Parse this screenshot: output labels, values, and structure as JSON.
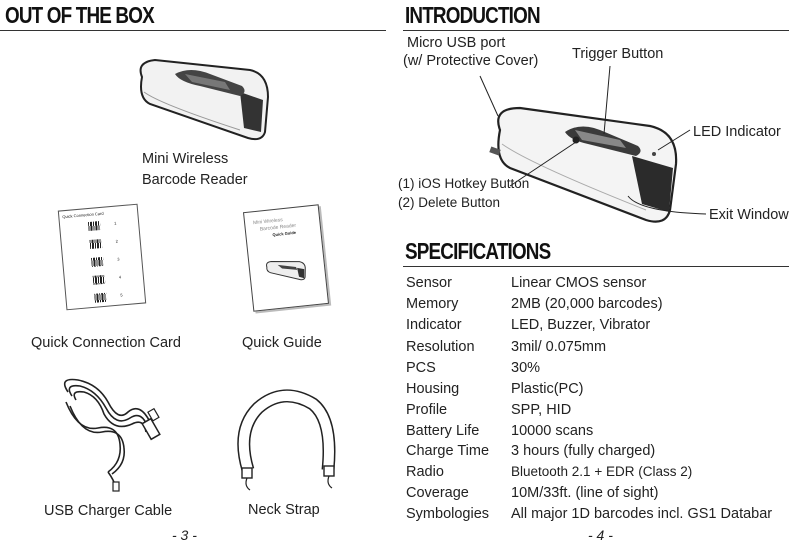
{
  "left_page": {
    "heading": "OUT OF THE BOX",
    "page_number": "- 3 -",
    "items": {
      "reader_line1": "Mini Wireless",
      "reader_line2": "Barcode Reader",
      "quick_connection_card": "Quick Connection Card",
      "quick_guide": "Quick Guide",
      "usb_cable": "USB Charger Cable",
      "neck_strap": "Neck Strap"
    },
    "card_title": "Quick Connection Card",
    "card_numbers": [
      "1",
      "2",
      "3",
      "4",
      "5"
    ],
    "guide_title_line1": "Mini Wireless",
    "guide_title_line2": "Barcode Reader",
    "guide_subtitle": "Quick Guide"
  },
  "right_page": {
    "heading": "INTRODUCTION",
    "page_number": "- 4 -",
    "callouts": {
      "micro_usb_line1": "Micro USB port",
      "micro_usb_line2": "(w/ Protective Cover)",
      "trigger": "Trigger Button",
      "led": "LED Indicator",
      "ios_hotkey": "(1) iOS Hotkey Button",
      "delete": "(2) Delete Button",
      "exit_window": "Exit Window"
    },
    "spec_heading": "SPECIFICATIONS",
    "specs": [
      {
        "label": "Sensor",
        "value": "Linear CMOS sensor"
      },
      {
        "label": "Memory",
        "value": "2MB (20,000 barcodes)"
      },
      {
        "label": "Indicator",
        "value": "LED, Buzzer, Vibrator"
      },
      {
        "label": "Resolution",
        "value": "3mil/ 0.075mm"
      },
      {
        "label": "PCS",
        "value": "30%"
      },
      {
        "label": "Housing",
        "value": "Plastic(PC)"
      },
      {
        "label": "Profile",
        "value": "SPP, HID"
      },
      {
        "label": "Battery Life",
        "value": "10000 scans"
      },
      {
        "label": "Charge Time",
        "value": "3 hours (fully charged)"
      },
      {
        "label": "Radio",
        "value": "Bluetooth 2.1 + EDR (Class 2)"
      },
      {
        "label": "Coverage",
        "value": "10M/33ft. (line of sight)"
      },
      {
        "label": "Symbologies",
        "value": "All major 1D barcodes incl. GS1 Databar"
      }
    ]
  }
}
